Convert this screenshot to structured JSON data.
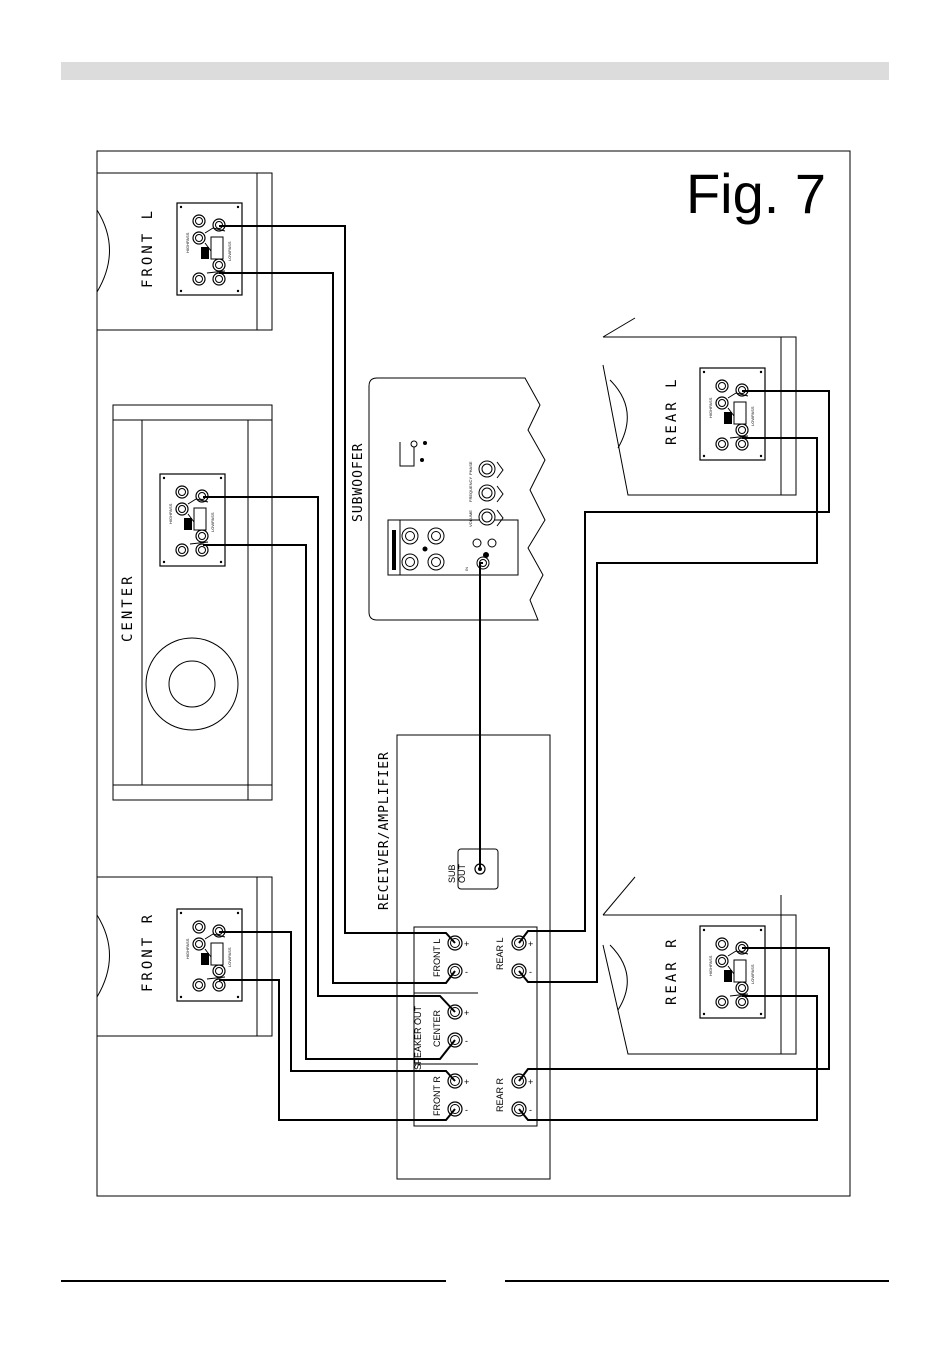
{
  "figure_label": "Fig. 7",
  "speakers": {
    "front_l": "FRONT L",
    "front_r": "FRONT R",
    "center": "CENTER",
    "rear_l": "REAR L",
    "rear_r": "REAR R"
  },
  "subwoofer": {
    "title": "SUBWOOFER",
    "controls": [
      "PHASE",
      "FREQUENCY",
      "VOLUME"
    ],
    "input_label": "IN"
  },
  "receiver": {
    "title": "RECEIVER/AMPLIFIER",
    "sub_out_line1": "SUB",
    "sub_out_line2": "OUT",
    "speaker_out": "SPEAKER OUT",
    "channels": {
      "front_l": "FRONT L",
      "center": "CENTER",
      "front_r": "FRONT R",
      "rear_l": "REAR L",
      "rear_r": "REAR R"
    },
    "plus": "+",
    "minus": "-"
  }
}
